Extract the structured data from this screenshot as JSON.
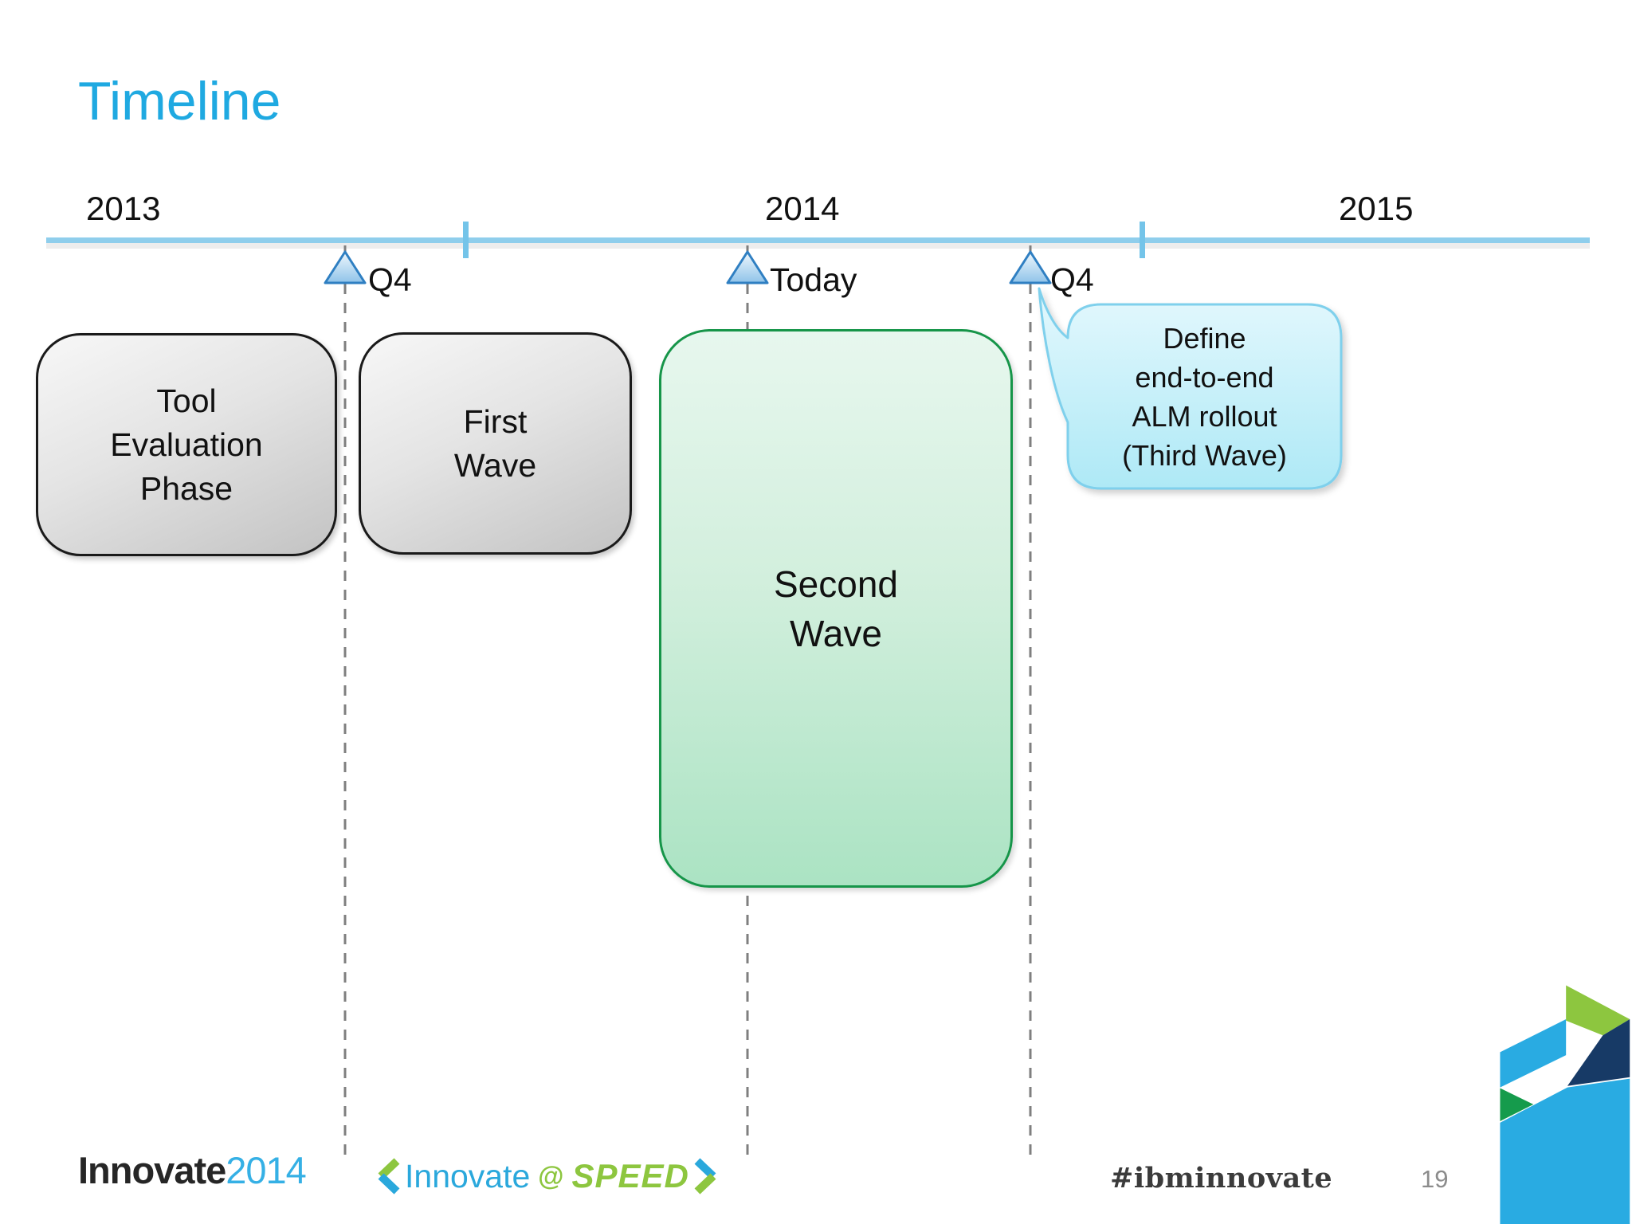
{
  "slide": {
    "title": "Timeline",
    "page_number": "19"
  },
  "timeline": {
    "years": [
      {
        "label": "2013"
      },
      {
        "label": "2014"
      },
      {
        "label": "2015"
      }
    ],
    "markers": [
      {
        "label": "Q4"
      },
      {
        "label": "Today"
      },
      {
        "label": "Q4"
      }
    ]
  },
  "phases": [
    {
      "lines": [
        "Tool",
        "Evaluation",
        "Phase"
      ]
    },
    {
      "lines": [
        "First",
        "Wave"
      ]
    },
    {
      "lines": [
        "Second",
        "Wave"
      ]
    }
  ],
  "callout": {
    "lines": [
      "Define",
      "end-to-end",
      "ALM rollout",
      "(Third Wave)"
    ]
  },
  "footer": {
    "innovate": "Innovate",
    "year": "2014",
    "speed": {
      "innovate": "Innovate",
      "at": "@",
      "speed": "SPEED"
    },
    "hashtag": "#ibminnovate"
  },
  "colors": {
    "title": "#1FA9E1",
    "timeline_line": "#8FCEEC",
    "timeline_tick": "#74C4E9",
    "triangle_border": "#2F7FC2",
    "dashed_line": "#7F7F7F",
    "gray_box_border": "#1A1A1A",
    "green_box_border": "#169549",
    "callout_border": "#7FD0EC",
    "brand_blue": "#2AA8DC",
    "brand_green": "#8DC63F",
    "logo_cyan": "#29ABE2",
    "logo_lime": "#8DC63F",
    "logo_navy": "#173A66",
    "logo_dark_green": "#159B4C"
  }
}
